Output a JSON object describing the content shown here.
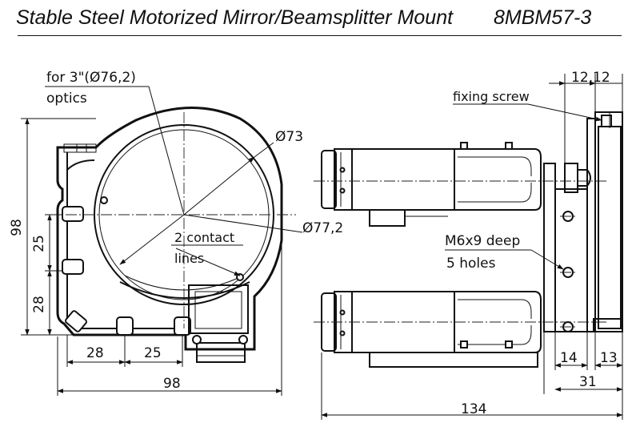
{
  "header": {
    "title": "Stable Steel Motorized Mirror/Beamsplitter Mount",
    "model": "8MBM57-3"
  },
  "annotations": {
    "optics_line1": "for 3\"(Ø76,2)",
    "optics_line2": "optics",
    "diameter_inner": "Ø73",
    "diameter_outer": "Ø77,2",
    "contact_line1": "2 contact",
    "contact_line2": "lines",
    "fixing_screw": "fixing screw",
    "holes_line1": "M6x9 deep",
    "holes_line2": "5 holes"
  },
  "dimensions": {
    "height_total": "98",
    "height_upper": "25",
    "height_lower": "28",
    "width_left": "28",
    "width_mid": "25",
    "width_total": "98",
    "side_top": "12,12",
    "side_14": "14",
    "side_13": "13",
    "side_31": "31",
    "length_total": "134"
  }
}
